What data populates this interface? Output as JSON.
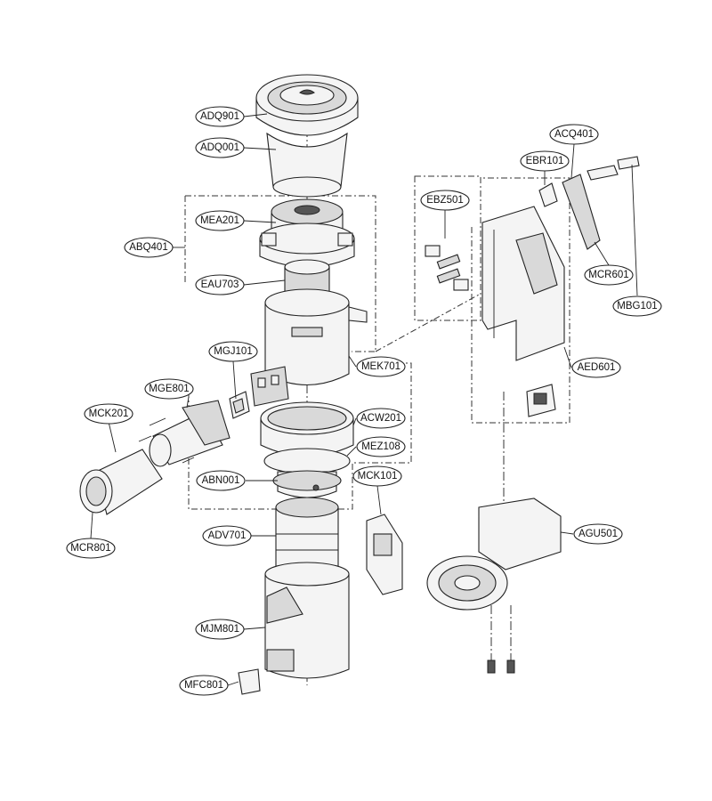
{
  "labels": [
    {
      "id": "ADQ901",
      "text": "ADQ901"
    },
    {
      "id": "ADQ001",
      "text": "ADQ001"
    },
    {
      "id": "MEA201",
      "text": "MEA201"
    },
    {
      "id": "ABQ401",
      "text": "ABQ401"
    },
    {
      "id": "EAU703",
      "text": "EAU703"
    },
    {
      "id": "MGJ101",
      "text": "MGJ101"
    },
    {
      "id": "MGE801",
      "text": "MGE801"
    },
    {
      "id": "MCK201",
      "text": "MCK201"
    },
    {
      "id": "MEK701",
      "text": "MEK701"
    },
    {
      "id": "ACW201",
      "text": "ACW201"
    },
    {
      "id": "MEZ108",
      "text": "MEZ108"
    },
    {
      "id": "ABN001",
      "text": "ABN001"
    },
    {
      "id": "MCK101",
      "text": "MCK101"
    },
    {
      "id": "ADV701",
      "text": "ADV701"
    },
    {
      "id": "MCR801",
      "text": "MCR801"
    },
    {
      "id": "MJM801",
      "text": "MJM801"
    },
    {
      "id": "MFC801",
      "text": "MFC801"
    },
    {
      "id": "EBZ501",
      "text": "EBZ501"
    },
    {
      "id": "EBR101",
      "text": "EBR101"
    },
    {
      "id": "ACQ401",
      "text": "ACQ401"
    },
    {
      "id": "MCR601",
      "text": "MCR601"
    },
    {
      "id": "MBG101",
      "text": "MBG101"
    },
    {
      "id": "AED601",
      "text": "AED601"
    },
    {
      "id": "AGU501",
      "text": "AGU501"
    }
  ]
}
